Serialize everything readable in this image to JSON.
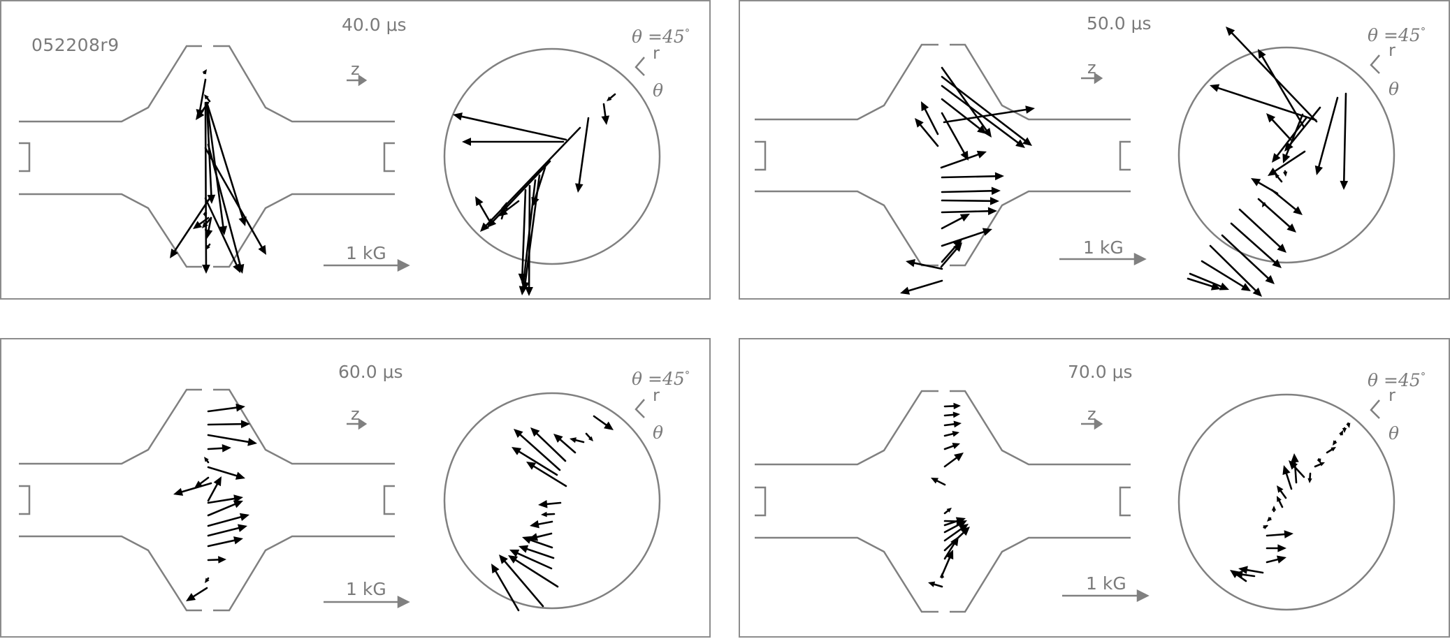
{
  "shot_id": "052208r9",
  "axis_labels": {
    "z": "z",
    "r": "r",
    "theta": "θ"
  },
  "theta_angle_label": "θ =45",
  "theta_angle_degree": "°",
  "scale_label": "1 kG",
  "colors": {
    "frame": "#8c8c8c",
    "outline": "#808080",
    "vector": "#000000",
    "text": "#7a7a7a"
  },
  "panels": [
    {
      "time_label": "40.0 μs",
      "side_vectors": [
        [
          292,
          100,
          294,
          97
        ],
        [
          292,
          112,
          282,
          168
        ],
        [
          298,
          143,
          290,
          133
        ],
        [
          296,
          145,
          278,
          170
        ],
        [
          294,
          145,
          301,
          290
        ],
        [
          294,
          145,
          319,
          335
        ],
        [
          294,
          145,
          349,
          322
        ],
        [
          292,
          145,
          293,
          390
        ],
        [
          296,
          205,
          345,
          390
        ],
        [
          292,
          210,
          379,
          363
        ],
        [
          298,
          282,
          241,
          368
        ],
        [
          292,
          282,
          342,
          389
        ],
        [
          296,
          310,
          274,
          326
        ],
        [
          300,
          310,
          287,
          325
        ],
        [
          292,
          306,
          293,
          310
        ],
        [
          300,
          310,
          294,
          340
        ],
        [
          298,
          348,
          292,
          356
        ]
      ],
      "circle_vectors": [
        [
          878,
          133,
          866,
          143
        ],
        [
          862,
          147,
          866,
          177
        ],
        [
          840,
          167,
          825,
          274
        ],
        [
          828,
          181,
          685,
          330
        ],
        [
          808,
          198,
          646,
          162
        ],
        [
          804,
          201,
          659,
          201
        ],
        [
          785,
          229,
          695,
          324
        ],
        [
          778,
          238,
          760,
          294
        ],
        [
          770,
          249,
          748,
          415
        ],
        [
          764,
          256,
          745,
          421
        ],
        [
          756,
          264,
          755,
          422
        ],
        [
          750,
          270,
          745,
          403
        ],
        [
          740,
          286,
          711,
          308
        ],
        [
          700,
          317,
          678,
          279
        ],
        [
          716,
          311,
          723,
          287
        ]
      ]
    },
    {
      "time_label": "50.0 μs",
      "side_vectors": [
        [
          1346,
          95,
          1417,
          195
        ],
        [
          1346,
          108,
          1475,
          207
        ],
        [
          1346,
          121,
          1465,
          210
        ],
        [
          1346,
          140,
          1410,
          190
        ],
        [
          1346,
          160,
          1384,
          228
        ],
        [
          1349,
          173,
          1479,
          153
        ],
        [
          1340,
          190,
          1316,
          143
        ],
        [
          1340,
          207,
          1307,
          167
        ],
        [
          1345,
          238,
          1410,
          215
        ],
        [
          1346,
          252,
          1435,
          250
        ],
        [
          1346,
          273,
          1430,
          271
        ],
        [
          1346,
          285,
          1428,
          286
        ],
        [
          1346,
          302,
          1425,
          300
        ],
        [
          1346,
          325,
          1386,
          304
        ],
        [
          1346,
          350,
          1418,
          326
        ],
        [
          1346,
          373,
          1375,
          340
        ],
        [
          1346,
          383,
          1294,
          372
        ],
        [
          1346,
          400,
          1286,
          418
        ],
        [
          1345,
          380,
          1375,
          345
        ]
      ],
      "circle_vectors": [
        [
          1924,
          132,
          1921,
          270
        ],
        [
          1912,
          138,
          1882,
          249
        ],
        [
          1887,
          152,
          1836,
          215
        ],
        [
          1868,
          166,
          1818,
          231
        ],
        [
          1862,
          162,
          1834,
          232
        ],
        [
          1882,
          172,
          1752,
          36
        ],
        [
          1864,
          180,
          1798,
          68
        ],
        [
          1881,
          170,
          1729,
          120
        ],
        [
          1845,
          198,
          1810,
          160
        ],
        [
          1865,
          215,
          1812,
          250
        ],
        [
          1837,
          243,
          1838,
          251
        ],
        [
          1832,
          258,
          1822,
          246
        ],
        [
          1826,
          275,
          1788,
          253
        ],
        [
          1807,
          290,
          1804,
          295
        ],
        [
          1818,
          270,
          1862,
          306
        ],
        [
          1799,
          283,
          1853,
          331
        ],
        [
          1772,
          298,
          1839,
          360
        ],
        [
          1760,
          318,
          1832,
          382
        ],
        [
          1747,
          335,
          1822,
          405
        ],
        [
          1730,
          350,
          1804,
          423
        ],
        [
          1718,
          372,
          1788,
          415
        ],
        [
          1701,
          390,
          1757,
          413
        ],
        [
          1698,
          397,
          1745,
          412
        ]
      ]
    },
    {
      "time_label": "60.0 μs",
      "side_vectors": [
        [
          296,
          587,
          349,
          580
        ],
        [
          296,
          606,
          356,
          605
        ],
        [
          296,
          621,
          366,
          633
        ],
        [
          296,
          641,
          329,
          639
        ],
        [
          296,
          660,
          290,
          652
        ],
        [
          296,
          667,
          349,
          683
        ],
        [
          296,
          682,
          276,
          697
        ],
        [
          300,
          690,
          246,
          706
        ],
        [
          296,
          715,
          315,
          680
        ],
        [
          296,
          718,
          346,
          710
        ],
        [
          296,
          736,
          346,
          715
        ],
        [
          296,
          751,
          355,
          735
        ],
        [
          296,
          765,
          352,
          751
        ],
        [
          296,
          780,
          346,
          769
        ],
        [
          296,
          800,
          322,
          799
        ],
        [
          296,
          826,
          291,
          833
        ],
        [
          294,
          840,
          264,
          859
        ]
      ],
      "circle_vectors": [
        [
          848,
          594,
          876,
          614
        ],
        [
          837,
          619,
          847,
          630
        ],
        [
          833,
          631,
          813,
          626
        ],
        [
          821,
          646,
          790,
          619
        ],
        [
          807,
          658,
          757,
          610
        ],
        [
          799,
          671,
          733,
          612
        ],
        [
          795,
          678,
          730,
          638
        ],
        [
          808,
          694,
          751,
          659
        ],
        [
          800,
          718,
          768,
          721
        ],
        [
          791,
          734,
          772,
          735
        ],
        [
          788,
          745,
          756,
          751
        ],
        [
          787,
          762,
          754,
          770
        ],
        [
          788,
          782,
          745,
          767
        ],
        [
          790,
          797,
          740,
          780
        ],
        [
          787,
          812,
          727,
          785
        ],
        [
          796,
          838,
          725,
          793
        ],
        [
          775,
          866,
          712,
          792
        ],
        [
          740,
          872,
          701,
          805
        ]
      ]
    },
    {
      "time_label": "70.0 μs",
      "side_vectors": [
        [
          1350,
          580,
          1373,
          579
        ],
        [
          1350,
          593,
          1372,
          591
        ],
        [
          1350,
          607,
          1374,
          604
        ],
        [
          1350,
          622,
          1371,
          617
        ],
        [
          1350,
          641,
          1372,
          633
        ],
        [
          1350,
          666,
          1377,
          646
        ],
        [
          1350,
          692,
          1330,
          682
        ],
        [
          1350,
          733,
          1360,
          725
        ],
        [
          1350,
          744,
          1380,
          745
        ],
        [
          1350,
          750,
          1380,
          740
        ],
        [
          1350,
          760,
          1382,
          743
        ],
        [
          1350,
          772,
          1384,
          748
        ],
        [
          1350,
          786,
          1386,
          752
        ],
        [
          1350,
          798,
          1370,
          766
        ],
        [
          1346,
          822,
          1346,
          818
        ],
        [
          1346,
          838,
          1326,
          832
        ],
        [
          1346,
          822,
          1362,
          785
        ]
      ],
      "circle_vectors": [
        [
          1928,
          607,
          1929,
          611
        ],
        [
          1922,
          612,
          1922,
          618
        ],
        [
          1917,
          620,
          1920,
          614
        ],
        [
          1907,
          633,
          1905,
          636
        ],
        [
          1897,
          646,
          1910,
          638
        ],
        [
          1886,
          657,
          1888,
          662
        ],
        [
          1880,
          666,
          1894,
          660
        ],
        [
          1873,
          676,
          1872,
          690
        ],
        [
          1864,
          681,
          1842,
          657
        ],
        [
          1853,
          689,
          1850,
          647
        ],
        [
          1846,
          698,
          1835,
          664
        ],
        [
          1838,
          711,
          1825,
          693
        ],
        [
          1833,
          724,
          1825,
          708
        ],
        [
          1821,
          730,
          1821,
          722
        ],
        [
          1816,
          740,
          1811,
          745
        ],
        [
          1811,
          751,
          1813,
          750
        ],
        [
          1811,
          765,
          1849,
          762
        ],
        [
          1811,
          783,
          1839,
          783
        ],
        [
          1811,
          803,
          1839,
          796
        ],
        [
          1805,
          818,
          1770,
          812
        ],
        [
          1793,
          823,
          1763,
          819
        ],
        [
          1781,
          830,
          1758,
          814
        ]
      ]
    }
  ]
}
